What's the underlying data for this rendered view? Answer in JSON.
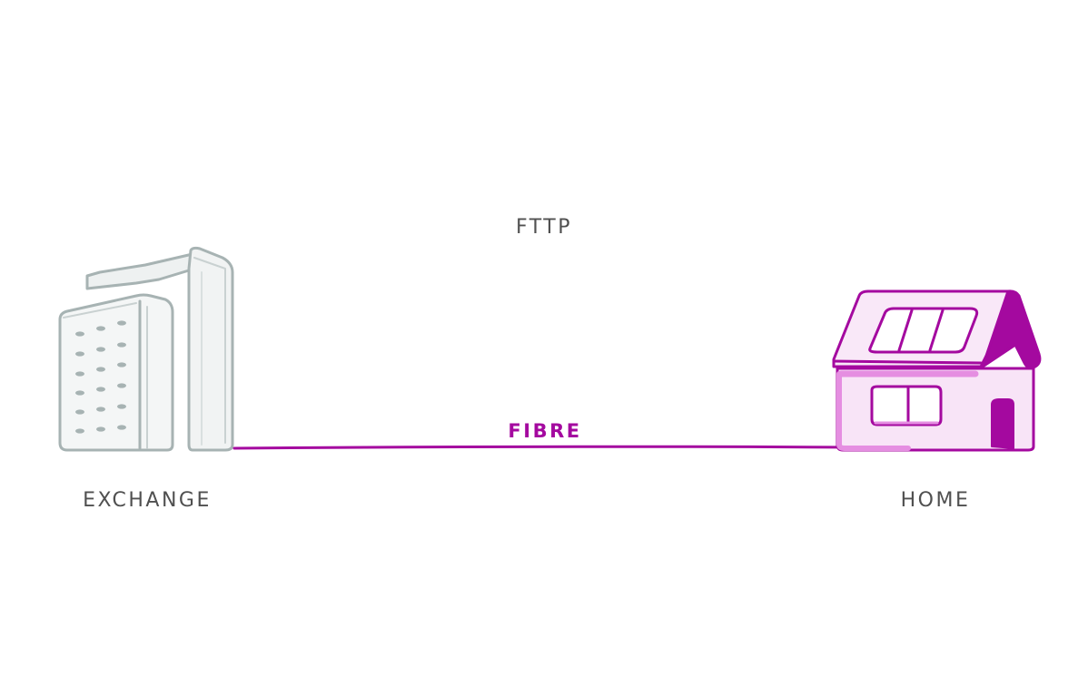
{
  "title": "FTTP",
  "nodes": {
    "left": {
      "label": "EXCHANGE",
      "icon": "exchange-building-icon"
    },
    "right": {
      "label": "HOME",
      "icon": "house-icon"
    }
  },
  "link": {
    "label": "FIBRE"
  },
  "colors": {
    "text": "#505050",
    "accent": "#a4099f",
    "building": "#a7b3b3"
  }
}
